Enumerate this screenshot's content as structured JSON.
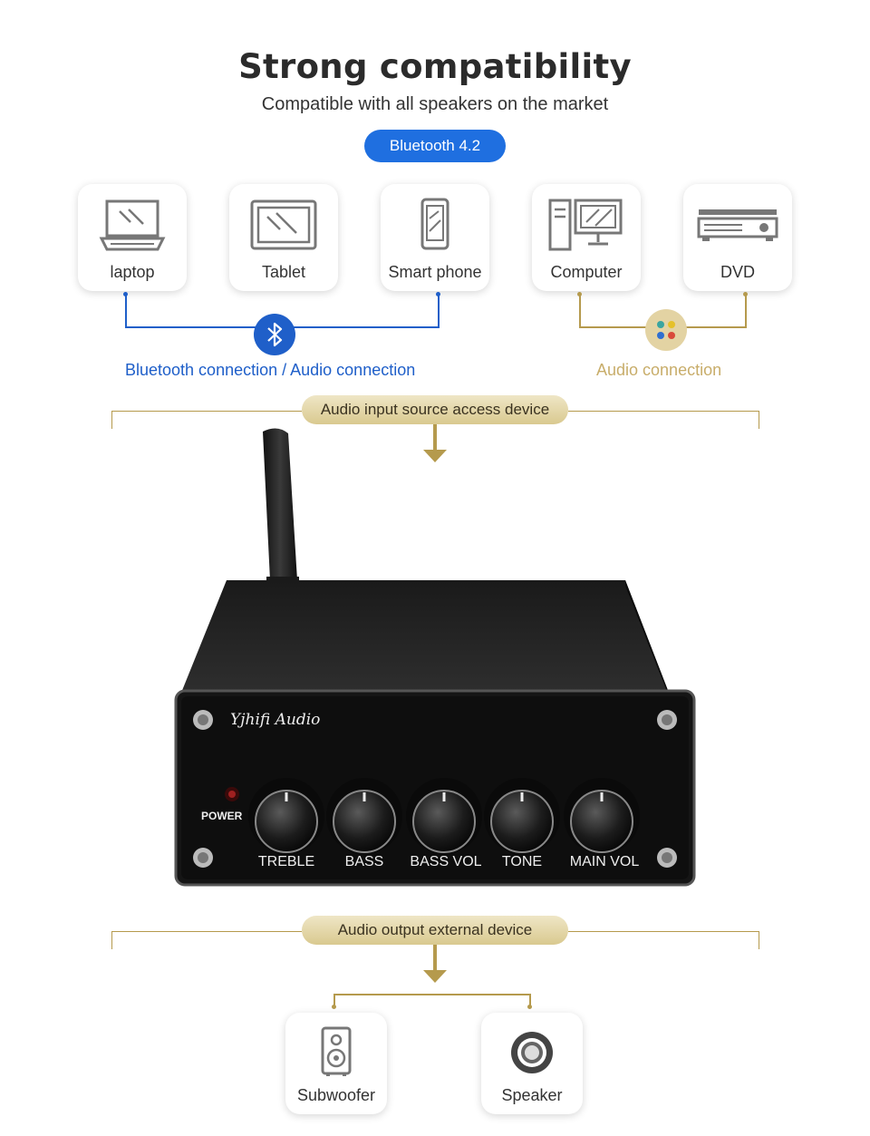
{
  "header": {
    "title": "Strong compatibility",
    "subtitle": "Compatible with all speakers on the market",
    "badge": "Bluetooth 4.2"
  },
  "input_devices": [
    {
      "label": "laptop",
      "icon": "laptop-icon"
    },
    {
      "label": "Tablet",
      "icon": "tablet-icon"
    },
    {
      "label": "Smart phone",
      "icon": "smartphone-icon"
    },
    {
      "label": "Computer",
      "icon": "computer-icon"
    },
    {
      "label": "DVD",
      "icon": "dvd-player-icon"
    }
  ],
  "connections": {
    "bluetooth_label": "Bluetooth connection / Audio connection",
    "audio_label": "Audio connection"
  },
  "sections": {
    "input": "Audio input source access device",
    "output": "Audio output external device"
  },
  "device": {
    "brand": "Yjhifi Audio",
    "power_label": "POWER",
    "knobs": [
      "TREBLE",
      "BASS",
      "BASS VOL",
      "TONE",
      "MAIN VOL"
    ]
  },
  "output_devices": [
    {
      "label": "Subwoofer",
      "icon": "subwoofer-icon"
    },
    {
      "label": "Speaker",
      "icon": "speaker-icon"
    }
  ],
  "colors": {
    "blue": "#1f6fe0",
    "gold": "#b59a4d",
    "gold_text": "#c8ad6a"
  }
}
